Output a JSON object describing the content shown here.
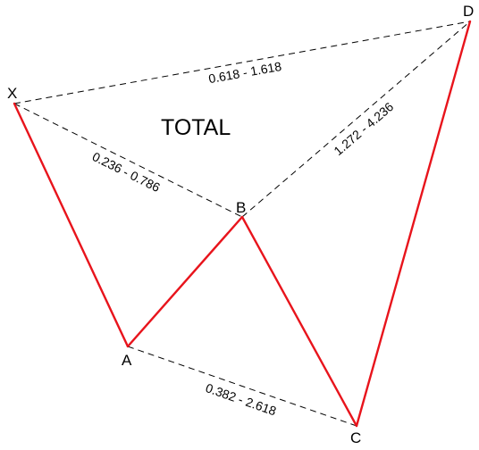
{
  "title": "TOTAL",
  "colors": {
    "leg_stroke": "#e8141c",
    "ratio_stroke": "#000000",
    "text": "#000000",
    "background": "#ffffff"
  },
  "points": {
    "X": {
      "label": "X"
    },
    "A": {
      "label": "A"
    },
    "B": {
      "label": "B"
    },
    "C": {
      "label": "C"
    },
    "D": {
      "label": "D"
    }
  },
  "ratios": {
    "XB": "0.236 - 0.786",
    "AC": "0.382 - 2.618",
    "BD": "1.272 - 4.236",
    "XD": "0.618 - 1.618"
  }
}
